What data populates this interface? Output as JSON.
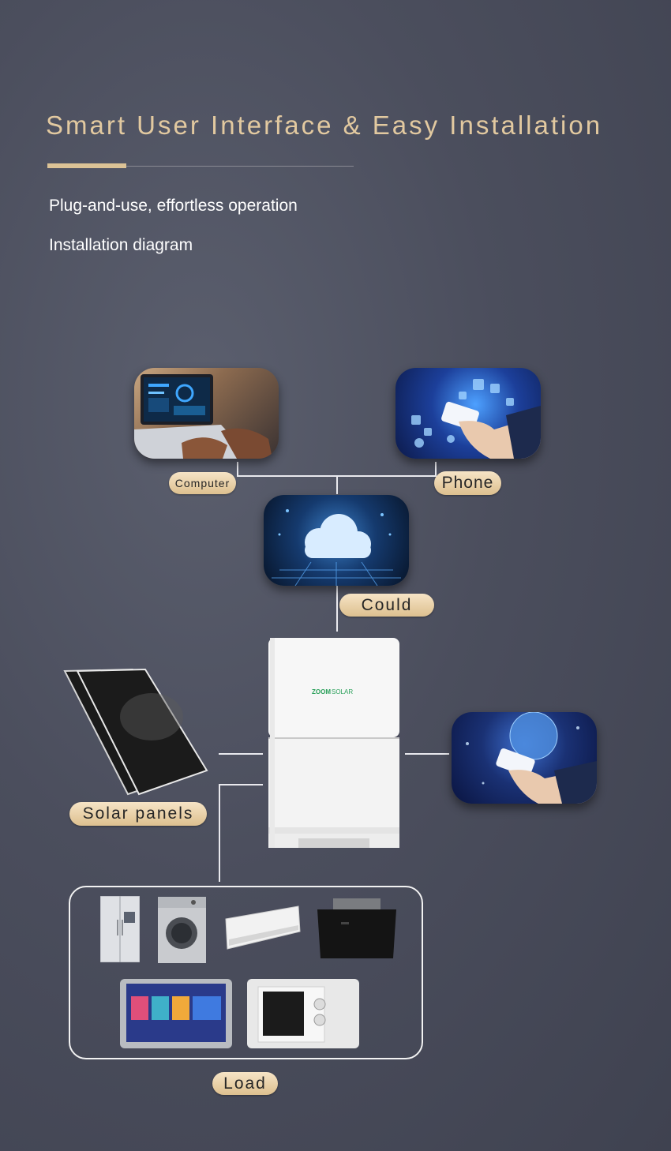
{
  "header": {
    "title": "Smart User Interface & Easy Installation",
    "subtitle": "Plug-and-use, effortless operation",
    "section": "Installation diagram"
  },
  "diagram": {
    "computer_label": "Computer",
    "phone_label": "Phone",
    "cloud_label": "Could",
    "solar_label": "Solar panels",
    "load_label": "Load",
    "battery_brand_a": "ZOOM",
    "battery_brand_b": "SOLAR"
  },
  "colors": {
    "accent": "#dcc396",
    "title": "#e2c9a0",
    "brand_green": "#2aa05a"
  }
}
